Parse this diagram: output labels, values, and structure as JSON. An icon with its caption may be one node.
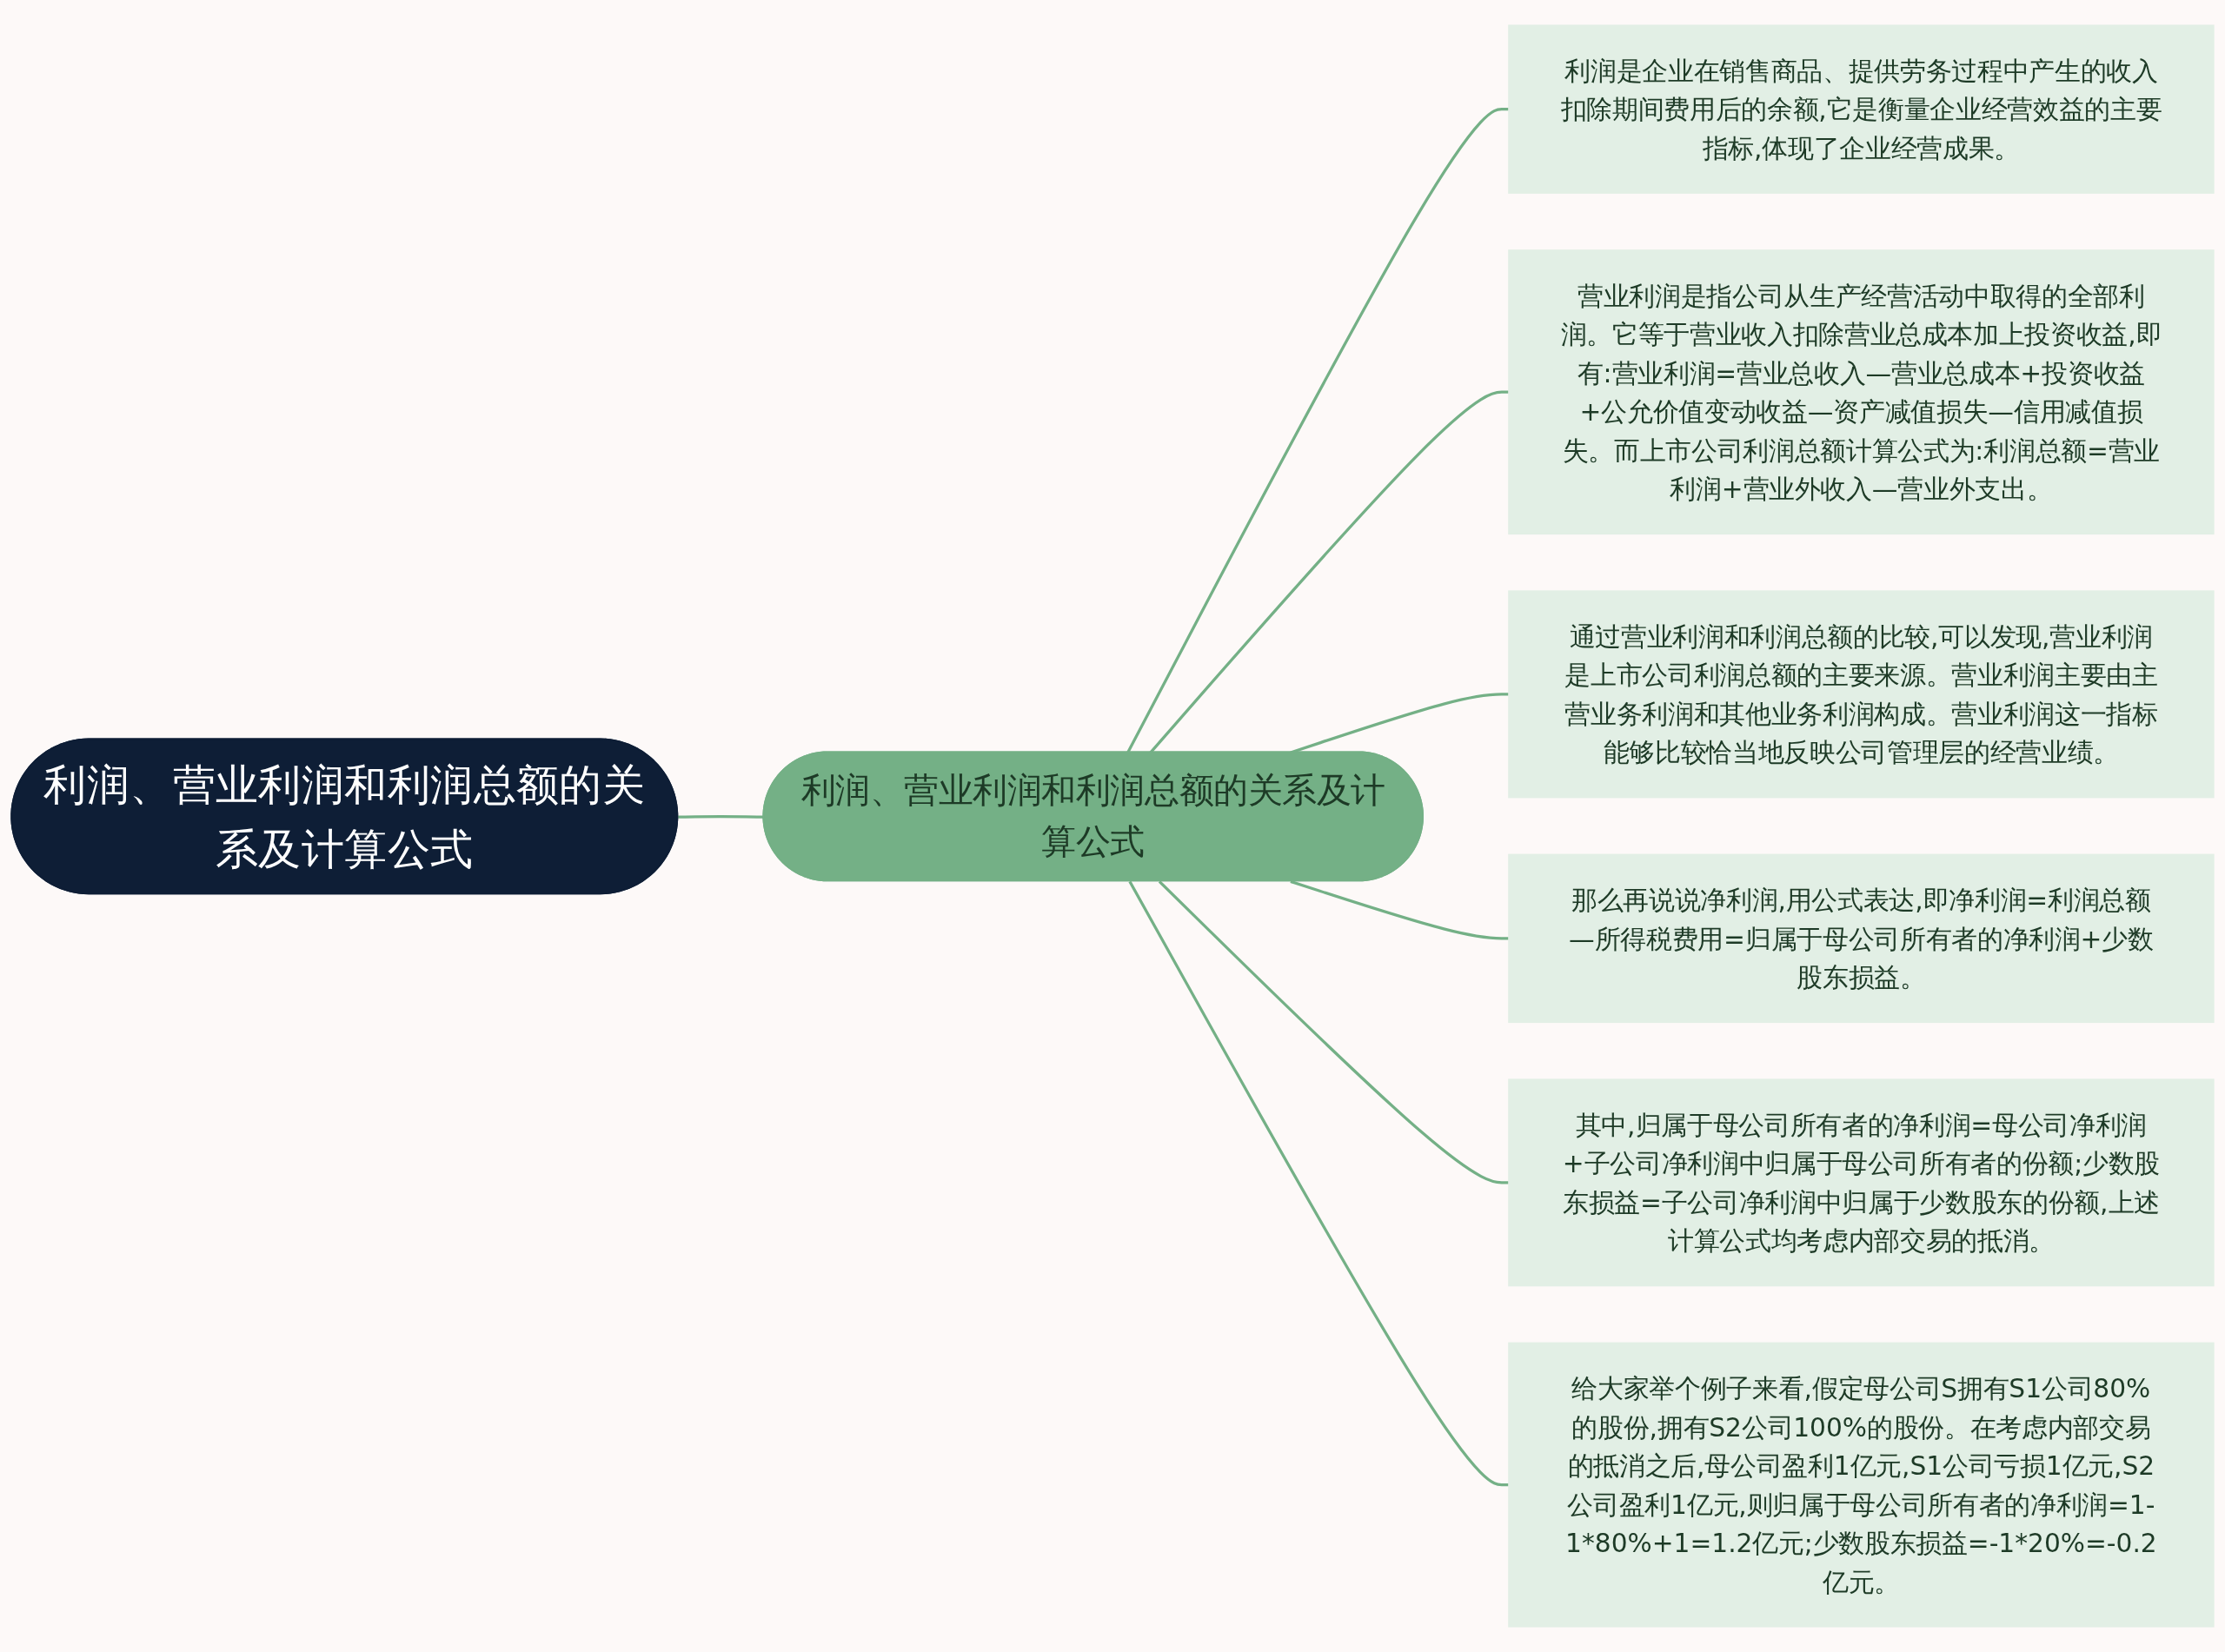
{
  "diagram": {
    "nodes": [
      {
        "text": [
          "利润、营业利润和利润总额的关系及计算公式"
        ]
      },
      {
        "text": [
          "利润、营业利润和利润总额的关系及计算公式"
        ]
      },
      {
        "text": [
          "利润是企业在销售商品、提供劳务过程中产生的收入扣除期间费用后的余额,它是衡量企业经营效益的主要指标,体现了企业经营成果。"
        ]
      },
      {
        "text": [
          "营业利润是指公司从生产经营活动中取得的全部利润。它等于营业收入扣除营业总成本加上投资收益,即有:营业利润=营业总收入—营业总成本+投资收益+公允价值变动收益—资产减值损失—信用减值损失。而上市公司利润总额计算公式为:利润总额=营业利润+营业外收入—营业外支出。"
        ]
      },
      {
        "text": [
          "通过营业利润和利润总额的比较,可以发现,营业利润是上市公司利润总额的主要来源。营业利润主要由主营业务利润和其他业务利润构成。营业利润这一指标能够比较恰当地反映公司管理层的经营业绩。"
        ]
      },
      {
        "text": [
          "那么再说说净利润,用公式表达,即净利润=利润总额—所得税费用=归属于母公司所有者的净利润+少数股东损益。"
        ]
      },
      {
        "text": [
          "其中,归属于母公司所有者的净利润=母公司净利润+子公司净利润中归属于母公司所有者的份额;少数股东损益=子公司净利润中归属于少数股东的份额,上述计算公式均考虑内部交易的抵消。"
        ]
      },
      {
        "text": [
          "给大家举个例子来看,假定母公司S拥有S1公司80%的股份,拥有S2公司100%的股份。在考虑内部交易的抵消之后,母公司盈利1亿元,S1公司亏损1亿元,S2公司盈利1亿元,则归属于母公司所有者的净利润=1-1*80%+1=1.2亿元;少数股东损益=-1*20%=-0.2亿元。"
        ]
      }
    ],
    "edges": [
      {
        "from": 0,
        "to": 1,
        "arrow": "none"
      },
      {
        "from": 1,
        "to": 2,
        "arrow": "none"
      },
      {
        "from": 1,
        "to": 3,
        "arrow": "none"
      },
      {
        "from": 1,
        "to": 4,
        "arrow": "none"
      },
      {
        "from": 1,
        "to": 5,
        "arrow": "none"
      },
      {
        "from": 1,
        "to": 6,
        "arrow": "none"
      },
      {
        "from": 1,
        "to": 7,
        "arrow": "none"
      }
    ]
  }
}
